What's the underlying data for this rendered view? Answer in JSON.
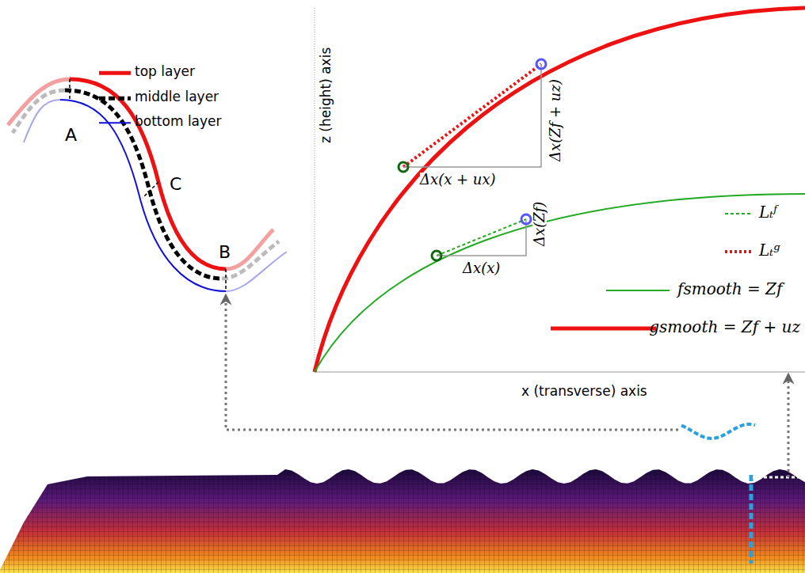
{
  "diagram": {
    "labels": [
      "A",
      "B",
      "C",
      "z (height) axis",
      "x (transverse) axis",
      "Δx(x + ux)",
      "Δx(Zf + uz)",
      "Δx(x)",
      "Δx(Zf)"
    ],
    "legend": [
      {
        "text": "top layer"
      },
      {
        "text": "middle layer"
      },
      {
        "text": "bottom layer"
      },
      {
        "text": "Lₜᶠ"
      },
      {
        "text": "Lₜᵍ"
      },
      {
        "text": "fsmooth = Zf"
      },
      {
        "text": "gsmooth = Zf + uz"
      }
    ]
  }
}
